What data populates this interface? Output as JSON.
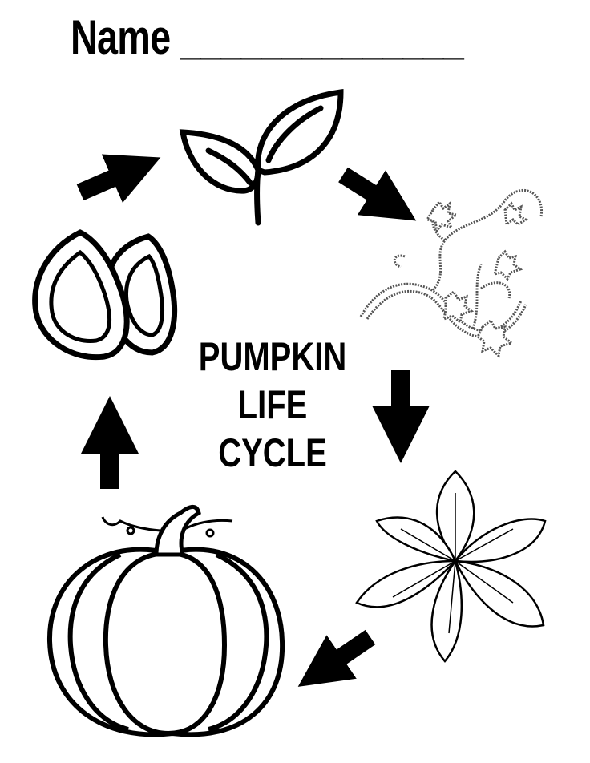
{
  "worksheet": {
    "name_label": "Name ______________",
    "title_lines": [
      "PUMPKIN",
      "LIFE",
      "CYCLE"
    ],
    "stages": [
      "seeds-icon",
      "sprout-icon",
      "vine-icon",
      "flower-icon",
      "pumpkin-icon"
    ],
    "ink_color": "#000000"
  }
}
